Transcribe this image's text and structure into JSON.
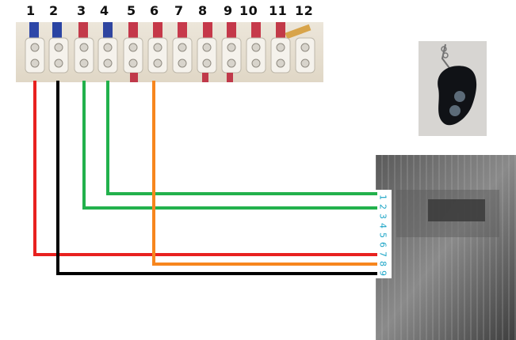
{
  "terminal_block": {
    "numbers": [
      "1",
      "2",
      "3",
      "4",
      "5",
      "6",
      "7",
      "8",
      "9",
      "10",
      "11",
      "12"
    ]
  },
  "receiver": {
    "pins": [
      "1",
      "2",
      "3",
      "4",
      "5",
      "6",
      "7",
      "8",
      "9"
    ]
  },
  "wires": [
    {
      "from_terminal": "1",
      "to_pin": "7",
      "color": "#e8211f"
    },
    {
      "from_terminal": "2",
      "to_pin": "9",
      "color": "#000000"
    },
    {
      "from_terminal": "3",
      "to_pin": "2",
      "color": "#22b14c"
    },
    {
      "from_terminal": "4",
      "to_pin": "1",
      "color": "#22b14c"
    },
    {
      "from_terminal": "6",
      "to_pin": "8",
      "color": "#f7861e"
    }
  ],
  "colors": {
    "red": "#e8211f",
    "black": "#000000",
    "green": "#22b14c",
    "orange": "#f7861e",
    "pin_labels": "#1aa4c6"
  },
  "icons": [
    "terminal-block-icon",
    "remote-keyfob-icon",
    "receiver-box-icon"
  ]
}
